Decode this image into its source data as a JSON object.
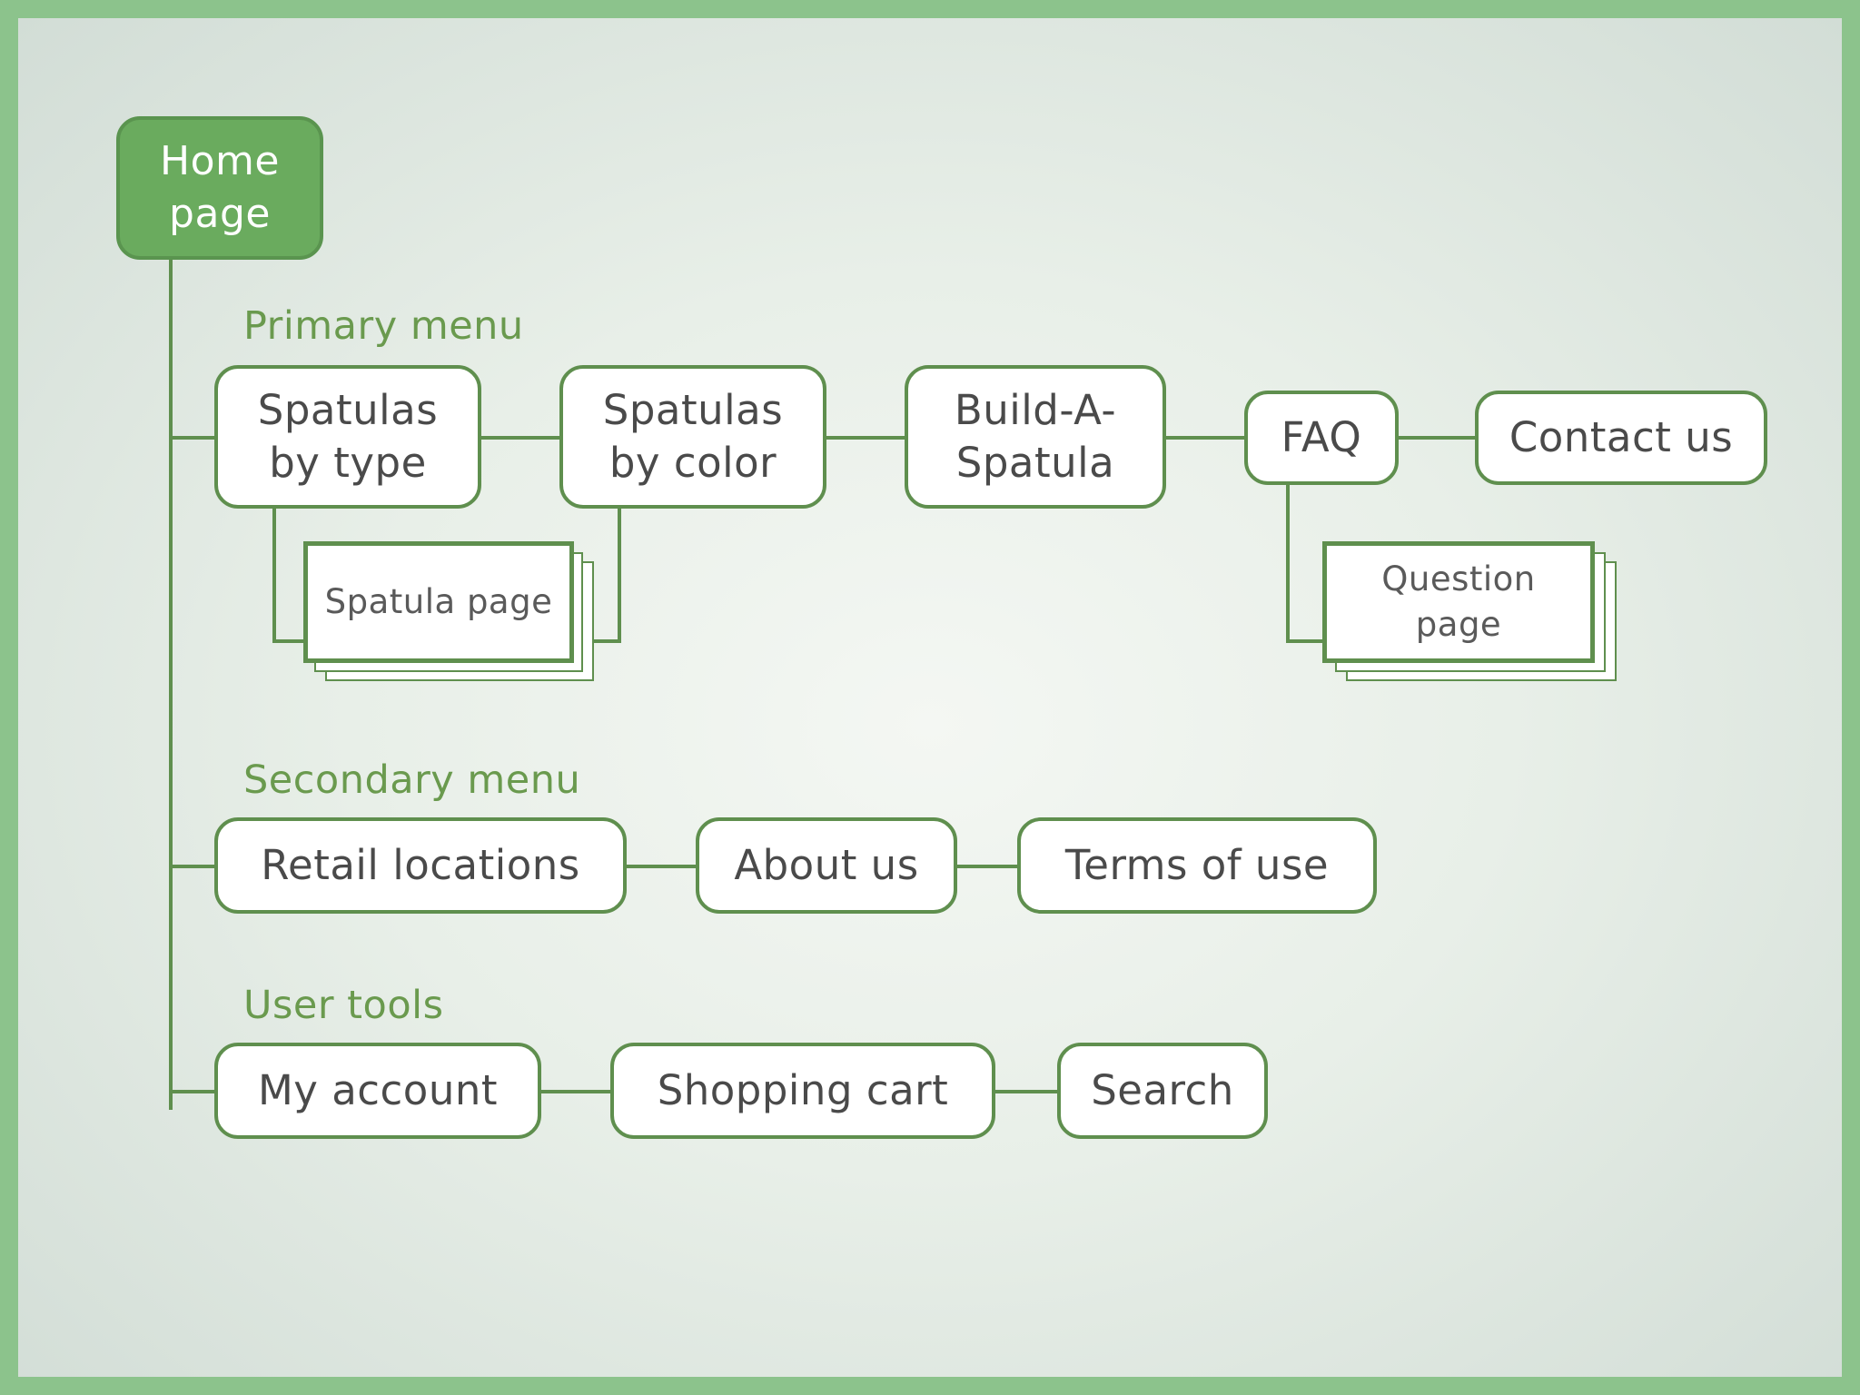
{
  "home": {
    "label": "Home\npage"
  },
  "sections": {
    "primary": {
      "heading": "Primary menu",
      "items": [
        "Spatulas\nby type",
        "Spatulas\nby color",
        "Build-A-\nSpatula",
        "FAQ",
        "Contact us"
      ],
      "sub_pages": [
        "Spatula page",
        "Question\npage"
      ]
    },
    "secondary": {
      "heading": "Secondary menu",
      "items": [
        "Retail locations",
        "About us",
        "Terms of use"
      ]
    },
    "user_tools": {
      "heading": "User tools",
      "items": [
        "My account",
        "Shopping cart",
        "Search"
      ]
    }
  },
  "colors": {
    "accent_green": "#5f8f4e",
    "home_fill": "#6aab5e",
    "heading_green": "#6a9a4e",
    "frame_border": "#8cc38c"
  }
}
